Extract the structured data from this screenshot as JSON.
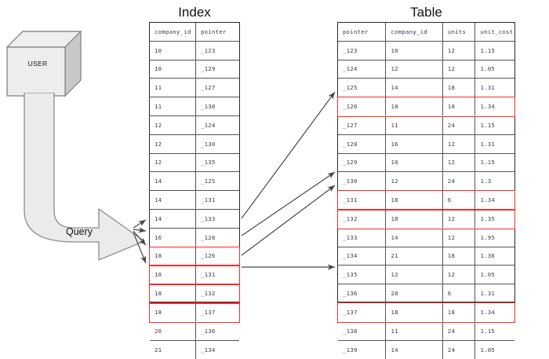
{
  "diagram": {
    "type": "database-index-lookup",
    "background": "#ffffff",
    "highlight_color": "#ff2a2a",
    "line_color": "#4d4d4d",
    "shape_fill": "#eaeaea",
    "shape_stroke": "#8c8c8c"
  },
  "actor": {
    "label": "USER",
    "shape": "cube"
  },
  "query": {
    "label": "Query",
    "shape": "elbow-block-arrow"
  },
  "index": {
    "title": "Index",
    "columns": [
      "company_id",
      "pointer"
    ],
    "rows": [
      {
        "company_id": "10",
        "pointer": "_123",
        "highlighted": false
      },
      {
        "company_id": "10",
        "pointer": "_129",
        "highlighted": false
      },
      {
        "company_id": "11",
        "pointer": "_127",
        "highlighted": false
      },
      {
        "company_id": "11",
        "pointer": "_138",
        "highlighted": false
      },
      {
        "company_id": "12",
        "pointer": "_124",
        "highlighted": false
      },
      {
        "company_id": "12",
        "pointer": "_130",
        "highlighted": false
      },
      {
        "company_id": "12",
        "pointer": "_135",
        "highlighted": false
      },
      {
        "company_id": "14",
        "pointer": "_125",
        "highlighted": false
      },
      {
        "company_id": "14",
        "pointer": "_131",
        "highlighted": false
      },
      {
        "company_id": "14",
        "pointer": "_133",
        "highlighted": false
      },
      {
        "company_id": "16",
        "pointer": "_128",
        "highlighted": false
      },
      {
        "company_id": "18",
        "pointer": "_126",
        "highlighted": true
      },
      {
        "company_id": "18",
        "pointer": "_131",
        "highlighted": true
      },
      {
        "company_id": "18",
        "pointer": "_132",
        "highlighted": true
      },
      {
        "company_id": "18",
        "pointer": "_137",
        "highlighted": true
      },
      {
        "company_id": "20",
        "pointer": "_136",
        "highlighted": false
      },
      {
        "company_id": "21",
        "pointer": "_134",
        "highlighted": false
      }
    ]
  },
  "table": {
    "title": "Table",
    "columns": [
      "pointer",
      "company_id",
      "units",
      "unit_cost"
    ],
    "rows": [
      {
        "pointer": "_123",
        "company_id": "10",
        "units": "12",
        "unit_cost": "1.15",
        "highlighted": false
      },
      {
        "pointer": "_124",
        "company_id": "12",
        "units": "12",
        "unit_cost": "1.05",
        "highlighted": false
      },
      {
        "pointer": "_125",
        "company_id": "14",
        "units": "18",
        "unit_cost": "1.31",
        "highlighted": false
      },
      {
        "pointer": "_126",
        "company_id": "18",
        "units": "18",
        "unit_cost": "1.34",
        "highlighted": true
      },
      {
        "pointer": "_127",
        "company_id": "11",
        "units": "24",
        "unit_cost": "1.15",
        "highlighted": false
      },
      {
        "pointer": "_128",
        "company_id": "16",
        "units": "12",
        "unit_cost": "1.31",
        "highlighted": false
      },
      {
        "pointer": "_129",
        "company_id": "10",
        "units": "12",
        "unit_cost": "1.15",
        "highlighted": false
      },
      {
        "pointer": "_130",
        "company_id": "12",
        "units": "24",
        "unit_cost": "1.3",
        "highlighted": false
      },
      {
        "pointer": "_131",
        "company_id": "18",
        "units": "6",
        "unit_cost": "1.34",
        "highlighted": true
      },
      {
        "pointer": "_132",
        "company_id": "18",
        "units": "12",
        "unit_cost": "1.35",
        "highlighted": true
      },
      {
        "pointer": "_133",
        "company_id": "14",
        "units": "12",
        "unit_cost": "1.95",
        "highlighted": false
      },
      {
        "pointer": "_134",
        "company_id": "21",
        "units": "18",
        "unit_cost": "1.36",
        "highlighted": false
      },
      {
        "pointer": "_135",
        "company_id": "12",
        "units": "12",
        "unit_cost": "1.05",
        "highlighted": false
      },
      {
        "pointer": "_136",
        "company_id": "20",
        "units": "6",
        "unit_cost": "1.31",
        "highlighted": false
      },
      {
        "pointer": "_137",
        "company_id": "18",
        "units": "18",
        "unit_cost": "1.34",
        "highlighted": true
      },
      {
        "pointer": "_138",
        "company_id": "11",
        "units": "24",
        "unit_cost": "1.15",
        "highlighted": false
      },
      {
        "pointer": "_139",
        "company_id": "14",
        "units": "24",
        "unit_cost": "1.05",
        "highlighted": false
      }
    ]
  },
  "connections": {
    "query_to_index": [
      {
        "from": "query",
        "to_pointer": "_126"
      },
      {
        "from": "query",
        "to_pointer": "_131"
      },
      {
        "from": "query",
        "to_pointer": "_132"
      },
      {
        "from": "query",
        "to_pointer": "_137"
      }
    ],
    "index_to_table": [
      {
        "from_pointer": "_126",
        "to_pointer": "_126"
      },
      {
        "from_pointer": "_131",
        "to_pointer": "_131"
      },
      {
        "from_pointer": "_132",
        "to_pointer": "_132"
      },
      {
        "from_pointer": "_137",
        "to_pointer": "_137"
      }
    ]
  }
}
